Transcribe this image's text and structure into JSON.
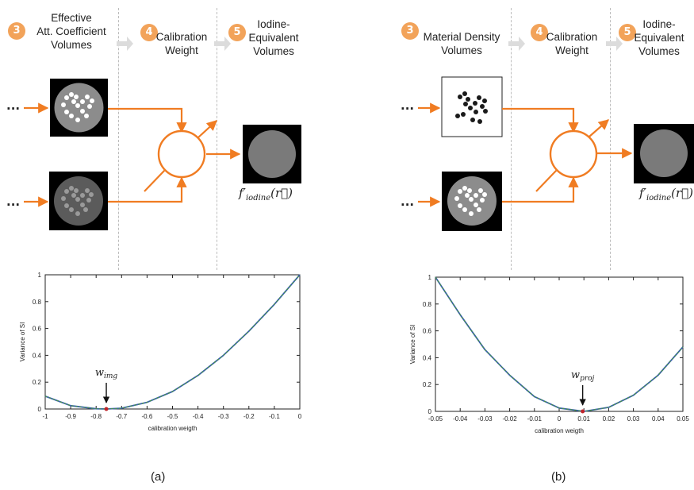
{
  "panel_a": {
    "steps": [
      {
        "number": "3",
        "label_line1": "Effective",
        "label_line2": "Att. Coefficient",
        "label_line3": "Volumes"
      },
      {
        "number": "4",
        "label_line1": "Calibration",
        "label_line2": "Weight"
      },
      {
        "number": "5",
        "label_line1": "Iodine-",
        "label_line2": "Equivalent",
        "label_line3": "Volumes"
      }
    ],
    "ellipsis": "...",
    "node_label": "w",
    "node_sub": "img",
    "output_label": "f′",
    "output_sub": "iodine",
    "output_arg": "(r⃗)",
    "caption": "(a)"
  },
  "panel_b": {
    "steps": [
      {
        "number": "3",
        "label_line1": "Material Density",
        "label_line2": "Volumes"
      },
      {
        "number": "4",
        "label_line1": "Calibration",
        "label_line2": "Weight"
      },
      {
        "number": "5",
        "label_line1": "Iodine-",
        "label_line2": "Equivalent",
        "label_line3": "Volumes"
      }
    ],
    "ellipsis": "...",
    "node_label": "w",
    "node_sub": "proj",
    "output_label": "f′",
    "output_sub": "iodine",
    "output_arg": "(r⃗)",
    "caption": "(b)"
  },
  "colors": {
    "accent": "#f07c22",
    "badge": "#f2a35a",
    "curve_blue": "#3a5fb0",
    "curve_green": "#4a9a3c",
    "marker": "#c0242a"
  },
  "chart_data": [
    {
      "type": "line",
      "title": "",
      "xlabel": "calibration weigth",
      "ylabel": "Variance of SI",
      "xlim": [
        -1,
        0
      ],
      "ylim": [
        0,
        1
      ],
      "xticks": [
        "-1",
        "-0.9",
        "-0.8",
        "-0.7",
        "-0.6",
        "-0.5",
        "-0.4",
        "-0.3",
        "-0.2",
        "-0.1",
        "0"
      ],
      "yticks": [
        "0",
        "0.2",
        "0.4",
        "0.6",
        "0.8",
        "1"
      ],
      "series": [
        {
          "x": [
            -1,
            -0.9,
            -0.8,
            -0.76,
            -0.7,
            -0.6,
            -0.5,
            -0.4,
            -0.3,
            -0.2,
            -0.1,
            0
          ],
          "y": [
            0.095,
            0.025,
            0.002,
            0.0,
            0.006,
            0.05,
            0.13,
            0.25,
            0.4,
            0.58,
            0.78,
            1.0
          ]
        },
        {
          "x": [
            -1,
            -0.9,
            -0.8,
            -0.76,
            -0.7,
            -0.6,
            -0.5,
            -0.4,
            -0.3,
            -0.2,
            -0.1,
            0
          ],
          "y": [
            0.095,
            0.025,
            0.002,
            0.0,
            0.006,
            0.05,
            0.13,
            0.25,
            0.4,
            0.58,
            0.78,
            1.0
          ]
        }
      ],
      "minimum": {
        "x": -0.76,
        "y": 0,
        "label": "w",
        "label_sub": "img"
      }
    },
    {
      "type": "line",
      "title": "",
      "xlabel": "calibration weigth",
      "ylabel": "Variance of SI",
      "xlim": [
        -0.05,
        0.05
      ],
      "ylim": [
        0,
        1
      ],
      "xticks": [
        "-0.05",
        "-0.04",
        "-0.03",
        "-0.02",
        "-0.01",
        "0",
        "0.01",
        "0.02",
        "0.03",
        "0.04",
        "0.05"
      ],
      "yticks": [
        "0",
        "0.2",
        "0.4",
        "0.6",
        "0.8",
        "1"
      ],
      "series": [
        {
          "x": [
            -0.05,
            -0.04,
            -0.03,
            -0.02,
            -0.01,
            0,
            0.01,
            0.02,
            0.03,
            0.04,
            0.05
          ],
          "y": [
            1.0,
            0.72,
            0.46,
            0.27,
            0.11,
            0.025,
            0.0,
            0.03,
            0.12,
            0.27,
            0.48
          ]
        },
        {
          "x": [
            -0.05,
            -0.04,
            -0.03,
            -0.02,
            -0.01,
            0,
            0.01,
            0.02,
            0.03,
            0.04,
            0.05
          ],
          "y": [
            1.0,
            0.72,
            0.46,
            0.27,
            0.11,
            0.025,
            0.0,
            0.03,
            0.12,
            0.27,
            0.48
          ]
        }
      ],
      "minimum": {
        "x": 0.0095,
        "y": 0,
        "label": "w",
        "label_sub": "proj"
      }
    }
  ]
}
